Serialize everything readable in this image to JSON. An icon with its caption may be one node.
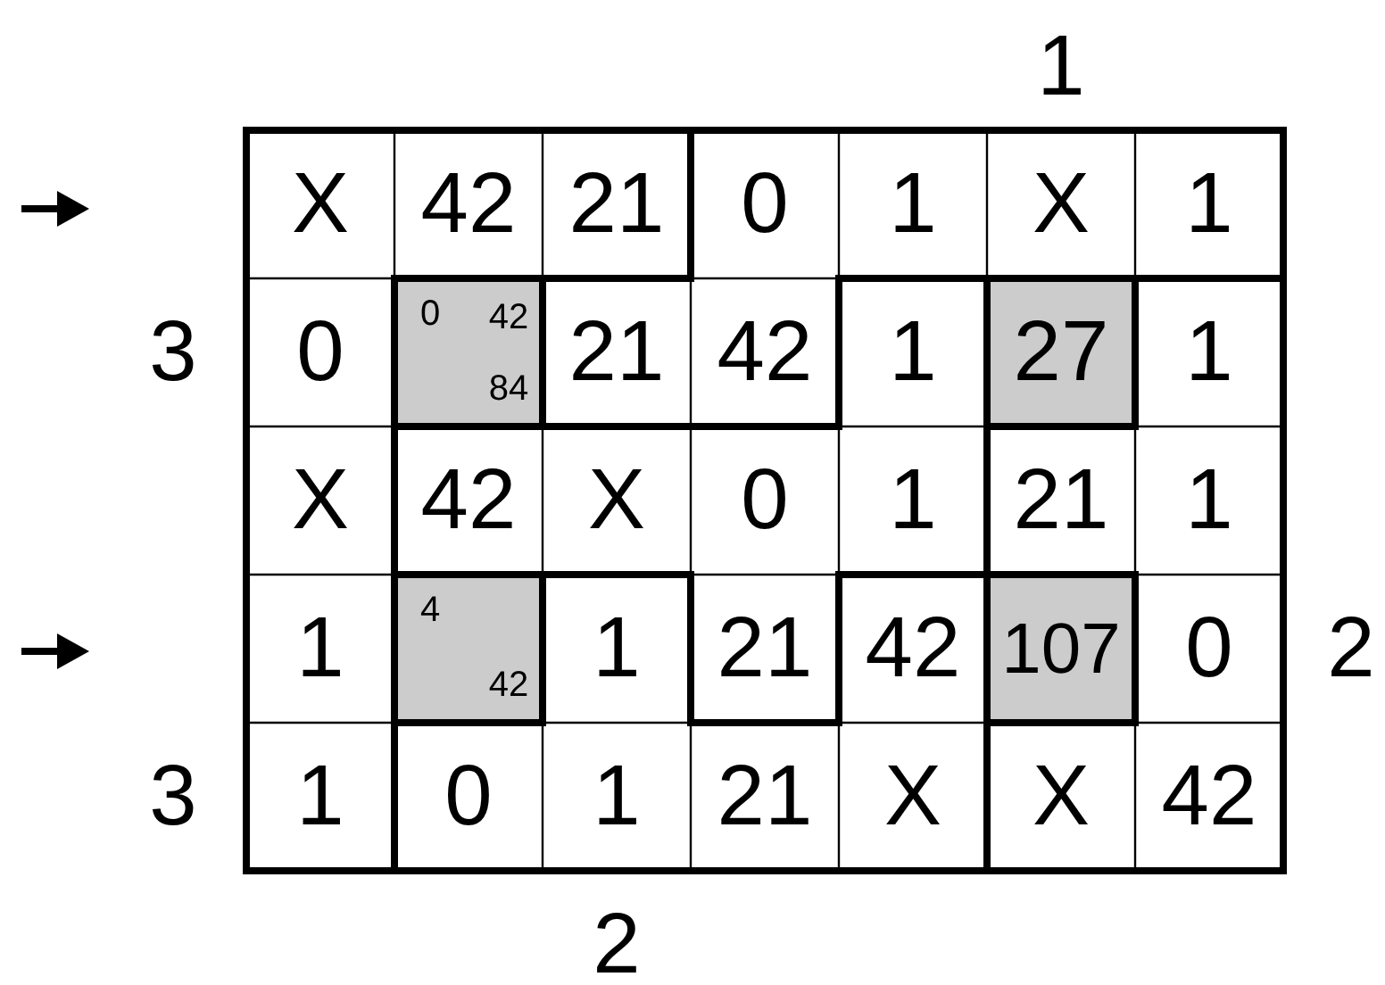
{
  "diagram": {
    "labels": [
      "1",
      "X",
      "42",
      "21",
      "0",
      "1",
      "X",
      "1",
      "3",
      "0",
      "0",
      "42",
      "84",
      "21",
      "42",
      "1",
      "27",
      "1",
      "X",
      "42",
      "X",
      "0",
      "1",
      "21",
      "1",
      "1",
      "4",
      "42",
      "1",
      "21",
      "42",
      "107",
      "0",
      "2",
      "3",
      "1",
      "0",
      "1",
      "21",
      "X",
      "X",
      "42",
      "2"
    ]
  }
}
